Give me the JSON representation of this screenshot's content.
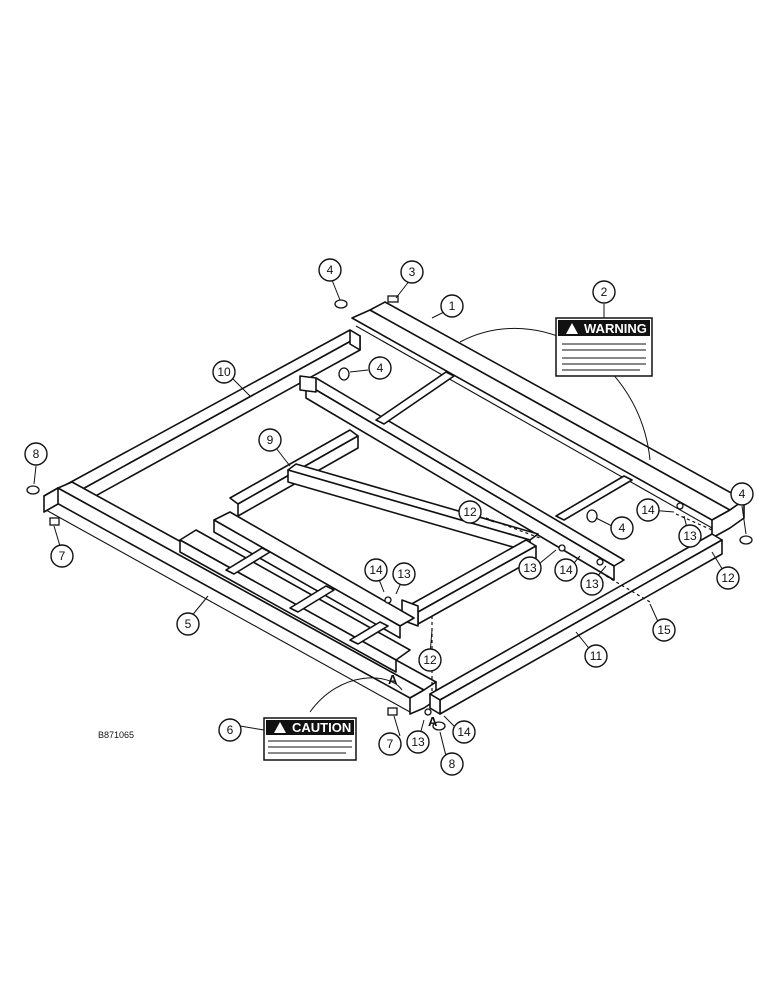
{
  "drawing_ref": "B871065",
  "warning_label": {
    "title": "WARNING"
  },
  "caution_label": {
    "title": "CAUTION"
  },
  "section_mark": "A",
  "callouts": [
    "1",
    "2",
    "3",
    "4",
    "4",
    "4",
    "4",
    "5",
    "6",
    "7",
    "7",
    "8",
    "8",
    "9",
    "10",
    "11",
    "12",
    "12",
    "12",
    "13",
    "13",
    "13",
    "13",
    "13",
    "14",
    "14",
    "14",
    "14",
    "15"
  ]
}
